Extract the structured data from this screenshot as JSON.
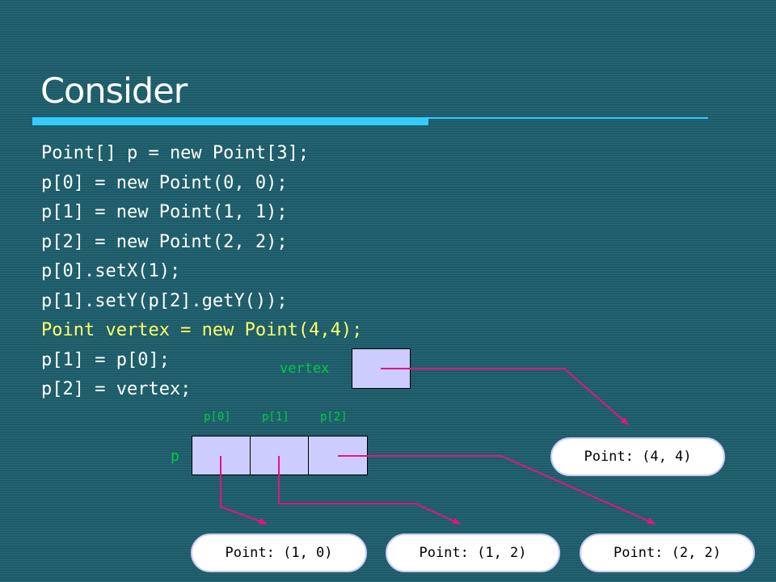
{
  "slide": {
    "title": "Consider",
    "code_lines": [
      "Point[] p = new Point[3];",
      "p[0] = new Point(0, 0);",
      "p[1] = new Point(1, 1);",
      "p[2] = new Point(2, 2);",
      "p[0].setX(1);",
      "p[1].setY(p[2].getY());",
      "Point vertex = new Point(4,4);",
      "p[1] = p[0];",
      "p[2] = vertex;"
    ],
    "highlighted_line": 6
  },
  "diagram": {
    "vertex_label": "vertex",
    "array_label": "p",
    "index_labels": [
      "p[0]",
      "p[1]",
      "p[2]"
    ],
    "objects": {
      "vertex_point": "Point: (4, 4)",
      "point_a": "Point: (1, 0)",
      "point_b": "Point: (1, 2)",
      "point_c": "Point: (2, 2)"
    },
    "colors": {
      "arrow": "#e8137f",
      "box_fill": "#ccccff",
      "label": "#00cc44",
      "highlight": "#ffff66",
      "rule": "#33ccff"
    }
  }
}
